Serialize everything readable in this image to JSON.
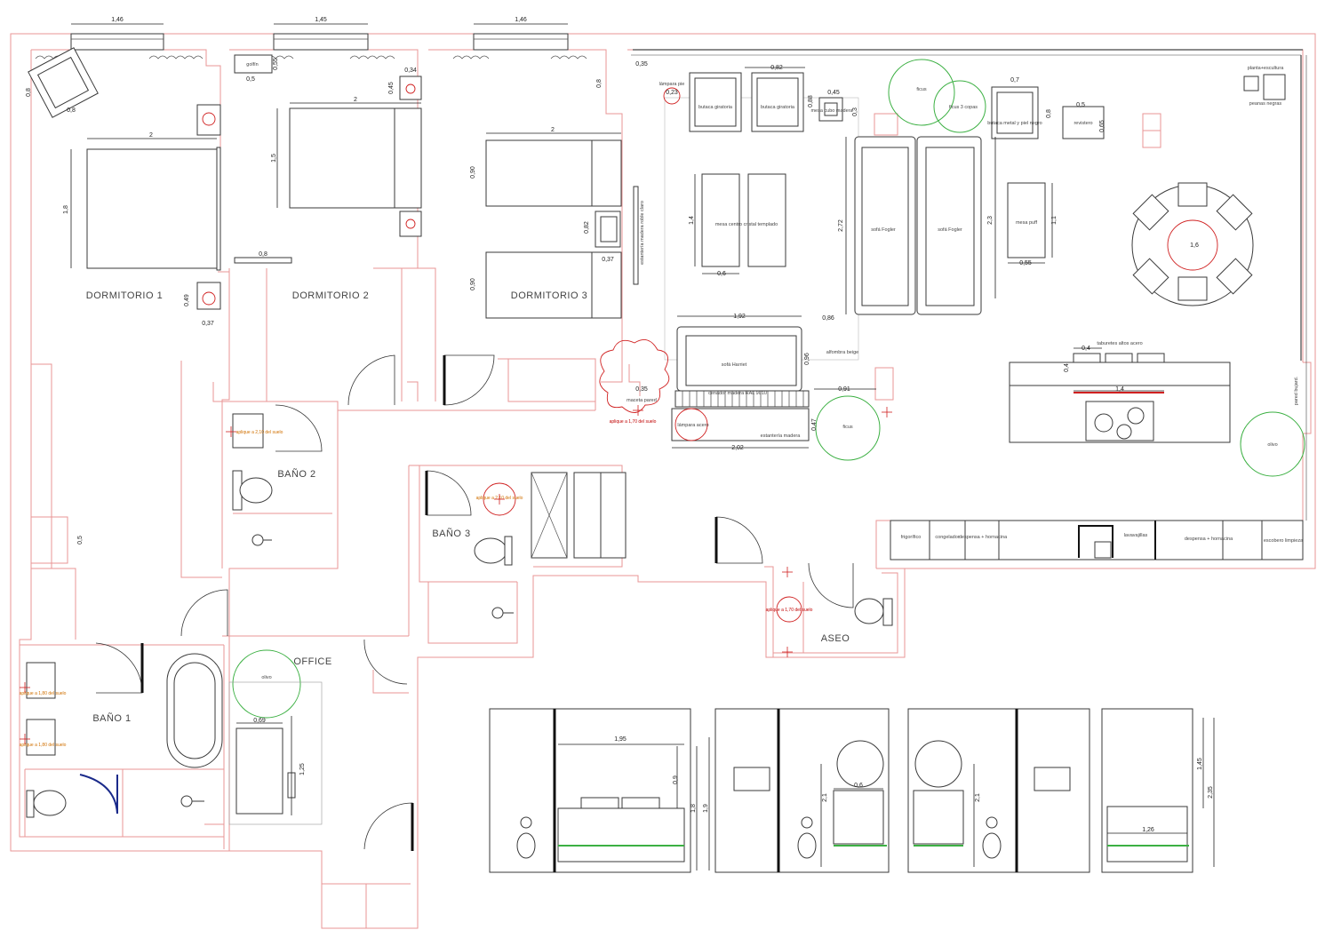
{
  "rooms": {
    "dormitorio1": "DORMITORIO 1",
    "dormitorio2": "DORMITORIO 2",
    "dormitorio3": "DORMITORIO 3",
    "bano1": "BAÑO 1",
    "bano2": "BAÑO 2",
    "bano3": "BAÑO 3",
    "office": "OFFICE",
    "aseo": "ASEO"
  },
  "dimensions": {
    "win1": "1,46",
    "win2": "1,45",
    "win3": "1,46",
    "bed1_w": "2",
    "bed1_h": "1,8",
    "chair_a": "0,8",
    "chair_b": "0,8",
    "night1": "0,49",
    "night1_b": "0,37",
    "bed2_w": "2",
    "bed2_h": "1,5",
    "bed2_foot": "0,8",
    "puff_a": "0,5",
    "puff_b": "0,55",
    "night2_a": "0,34",
    "night2_b": "0,45",
    "bed3_w": "2",
    "bed3_a": "0,90",
    "bed3_b": "0,90",
    "d3_a": "0,8",
    "d3_b": "0,82",
    "d3_c": "0,37",
    "lr_a": "0,35",
    "lr_b": "0,23",
    "lr_chair": "0,82",
    "lr_table": "0,45",
    "lr_table_b": "0,88",
    "lr_table_c": "0,3",
    "lr_arm": "0,7",
    "lr_arm_b": "0,8",
    "lr_mag": "0,5",
    "lr_mag_b": "0,65",
    "lr_center_h": "1,4",
    "lr_center_w": "0,6",
    "lr_sofa_h": "2,72",
    "lr_sofa2_h": "2,3",
    "lr_puff_h": "1,1",
    "lr_puff_w": "0,55",
    "lr_sofa3_w": "1,92",
    "lr_sofa3_h": "0,96",
    "lr_sofa3_d": "0,86",
    "lr_shelf_w": "2,02",
    "lr_shelf_h": "0,47",
    "lr_shelf_a": "0,35",
    "lr_plant": "0,91",
    "dining": "1,6",
    "stool_a": "0,4",
    "stool_b": "0,4",
    "island": "1,4",
    "corner": "0,5",
    "office_a": "0,69",
    "office_b": "1,25",
    "el1_w": "1,95",
    "el1_a": "0,9",
    "el1_b": "1,8",
    "el1_c": "1,9",
    "el2_a": "0,6",
    "el2_b": "2,1",
    "el3_a": "2,1",
    "el4_w": "1,26",
    "el4_a": "1,45",
    "el4_b": "2,35"
  },
  "labels": {
    "golfin": "golfín",
    "lampara_pie": "lámpara pie",
    "butaca1": "butaca giratoria",
    "butaca2": "butaca giratoria",
    "mesa_cubo": "mesa cubo madera",
    "ficus1": "ficus",
    "ficus2": "ficus 3 copas",
    "butaca_metal": "butaca metal y piel negro",
    "revistero": "revistero",
    "planta": "planta+escultura",
    "peanas": "peanas negras",
    "estanteria_roble": "estantería madera roble claro",
    "mesa_centro": "mesa centro cristal templado",
    "sofa_fogler1": "sofá Fogler",
    "sofa_fogler2": "sofá Fogler",
    "mesa_puff": "mesa puff",
    "sofa_harriet": "sofá Harriet",
    "alfombra": "alfombra beige",
    "taburetes": "taburetes altos acero",
    "pared_bujardada": "pared bujard.",
    "cenador": "cenador madera RAL 9010",
    "lampara_acero": "lámpara acero",
    "estanteria_madera": "estantería madera",
    "ficus3": "ficus",
    "olivo1": "olivo",
    "olivo2": "olivo",
    "frigorifico": "frigorífico",
    "congelador": "congelador",
    "despensa1": "despensa + hornacina",
    "lavavajillas": "lavavajillas",
    "despensa2": "despensa + hornacina",
    "escobero": "escobero limpieza",
    "macetas": "maceta pared",
    "aplique_1": "aplique a 2,10 del suelo",
    "aplique_2": "aplique a 2,10 del suelo",
    "aplique_3": "aplique a 1,70 del suelo",
    "aplique_4": "aplique a 1,70 del suelo",
    "aplique_5": "aplique a 1,80 del suelo",
    "aplique_6": "aplique a 1,80 del suelo"
  }
}
